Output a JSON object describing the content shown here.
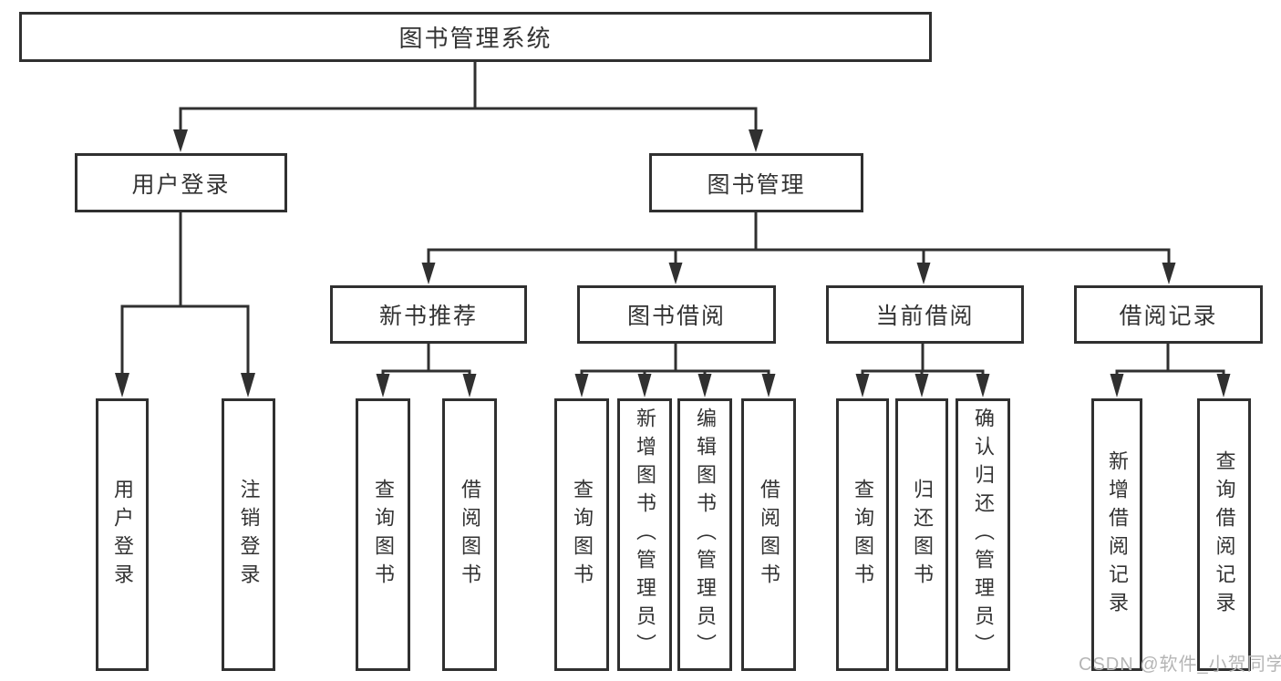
{
  "diagram": {
    "root": {
      "label": "图书管理系统"
    },
    "branches": [
      {
        "label": "用户登录",
        "children": [
          {
            "label": "用户登录"
          },
          {
            "label": "注销登录"
          }
        ]
      },
      {
        "label": "图书管理",
        "children": [
          {
            "label": "新书推荐",
            "children": [
              {
                "label": "查询图书"
              },
              {
                "label": "借阅图书"
              }
            ]
          },
          {
            "label": "图书借阅",
            "children": [
              {
                "label": "查询图书"
              },
              {
                "label": "新增图书（管理员）"
              },
              {
                "label": "编辑图书（管理员）"
              },
              {
                "label": "借阅图书"
              }
            ]
          },
          {
            "label": "当前借阅",
            "children": [
              {
                "label": "查询图书"
              },
              {
                "label": "归还图书"
              },
              {
                "label": "确认归还（管理员）"
              }
            ]
          },
          {
            "label": "借阅记录",
            "children": [
              {
                "label": "新增借阅记录"
              },
              {
                "label": "查询借阅记录"
              }
            ]
          }
        ]
      }
    ],
    "colors": {
      "line": "#303030",
      "text": "#333333",
      "watermark": "#b5b5b5",
      "background": "#ffffff"
    }
  },
  "watermark": {
    "label": "CSDN @软件_小贺同学"
  }
}
